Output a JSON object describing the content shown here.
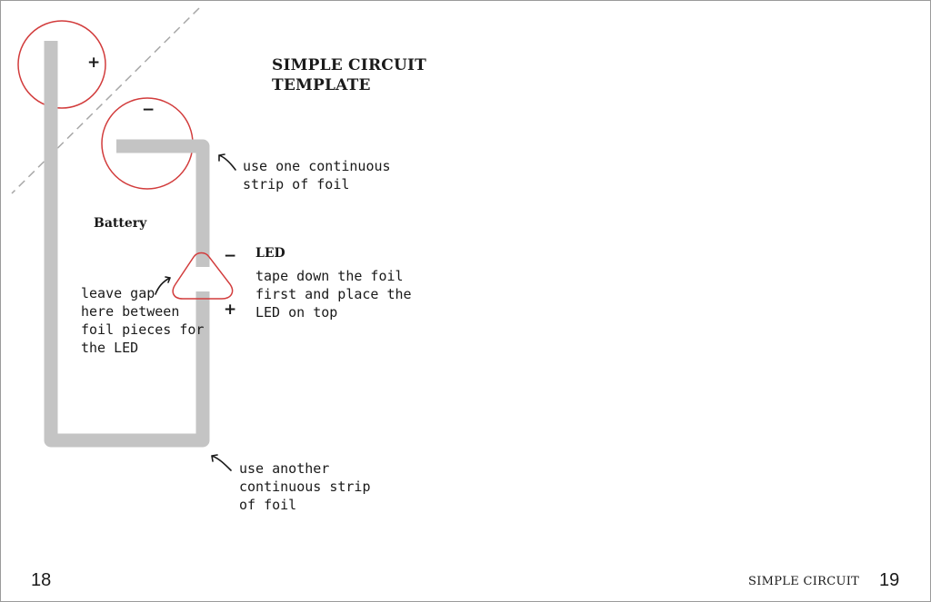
{
  "page": {
    "title": "SIMPLE CIRCUIT\nTEMPLATE",
    "battery_label": "Battery",
    "battery_plus": "+",
    "battery_minus": "−",
    "led_title": "LED",
    "led_minus": "−",
    "led_plus": "+",
    "note_top": "use one continuous\nstrip of foil",
    "note_led": "tape down the foil\nfirst and place the\nLED on top",
    "note_gap": "leave gap\nhere between\nfoil pieces for\nthe LED",
    "note_bottom": "use another\ncontinuous strip\nof foil"
  },
  "footer": {
    "left_page_number": "18",
    "right_title": "SIMPLE CIRCUIT",
    "right_page_number": "19"
  },
  "colors": {
    "foil": "#c4c4c4",
    "outline_red": "#d23c3c",
    "dashed_line": "#a8a8a8",
    "text": "#1a1a1a"
  }
}
